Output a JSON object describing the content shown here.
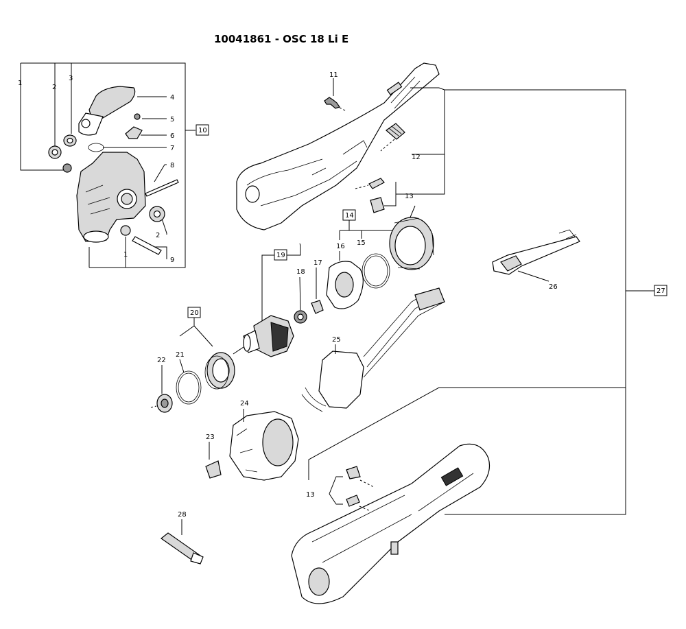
{
  "title": "10041861 - OSC 18 Li E",
  "callouts": {
    "c1a": "1",
    "c2a": "2",
    "c3": "3",
    "c4": "4",
    "c5": "5",
    "c6": "6",
    "c7": "7",
    "c8": "8",
    "c2b": "2",
    "c9": "9",
    "c1b": "1",
    "c10": "10",
    "c11": "11",
    "c12": "12",
    "c13a": "13",
    "c14": "14",
    "c15": "15",
    "c16": "16",
    "c17": "17",
    "c18": "18",
    "c19": "19",
    "c20": "20",
    "c21": "21",
    "c22": "22",
    "c23": "23",
    "c24": "24",
    "c25": "25",
    "c26": "26",
    "c27": "27",
    "c28": "28",
    "c13b": "13"
  }
}
